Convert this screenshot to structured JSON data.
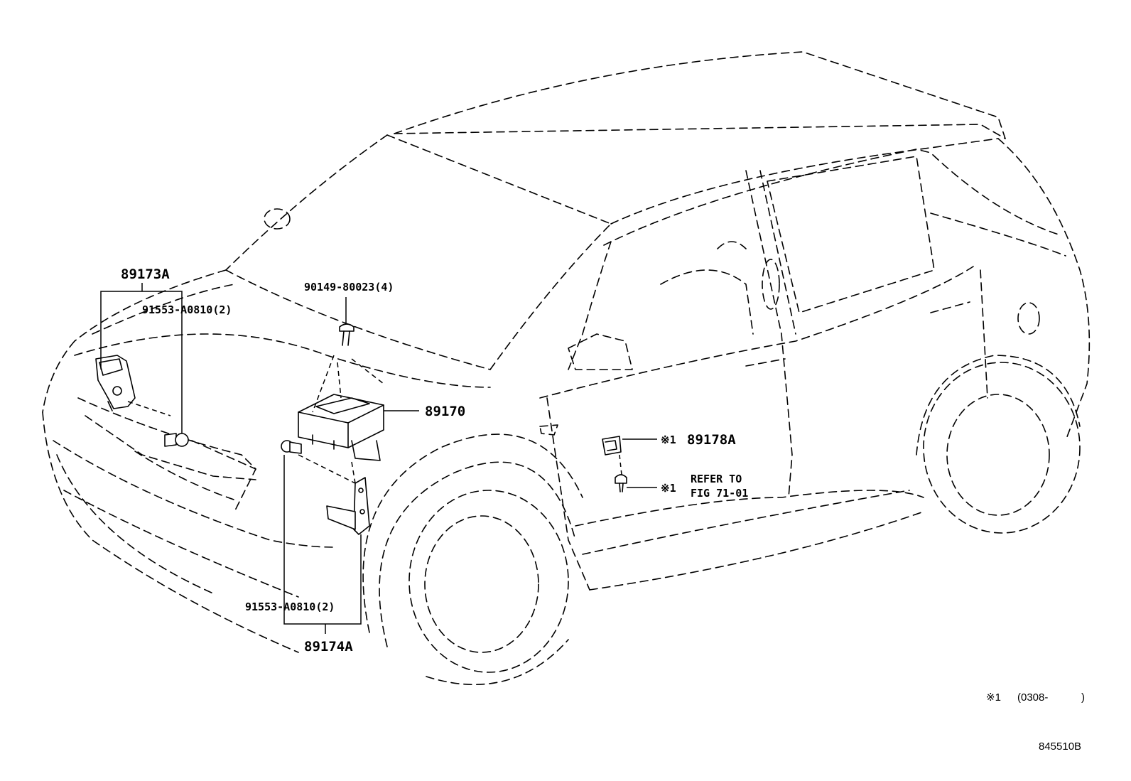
{
  "labels": {
    "p89173a": "89173A",
    "p91553_top": "91553-A0810(2)",
    "p90149": "90149-80023(4)",
    "p89170": "89170",
    "p89178a": "89178A",
    "mark1": "※1",
    "mark2": "※1",
    "refer1": "REFER TO",
    "refer2": "FIG 71-01",
    "p91553_bottom": "91553-A0810(2)",
    "p89174a": "89174A"
  },
  "footnote": {
    "mark": "※1",
    "range_open": "(0308-",
    "range_close": ")"
  },
  "figure_code": "845510B"
}
